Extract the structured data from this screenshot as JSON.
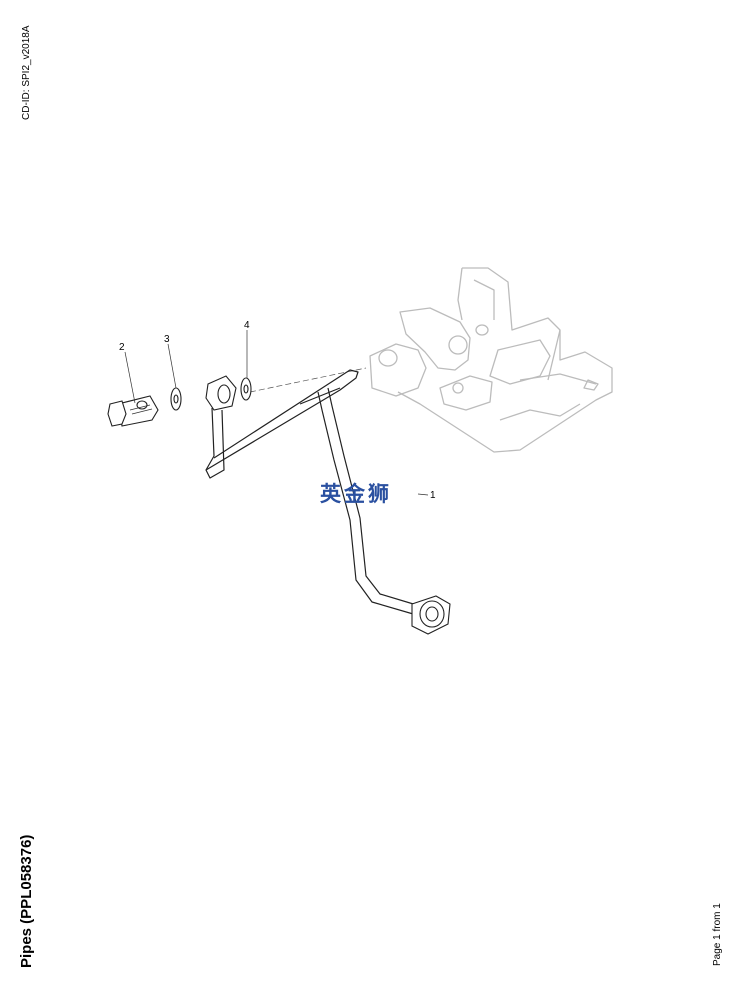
{
  "header": {
    "cd_id": "CD-ID: SPI2_v2018A"
  },
  "footer": {
    "title": "Pipes (PPL058376)",
    "page_indicator": "Page 1 from 1"
  },
  "diagram": {
    "watermark": "英金狮",
    "callouts": [
      {
        "id": "1",
        "label": "1"
      },
      {
        "id": "2",
        "label": "2"
      },
      {
        "id": "3",
        "label": "3"
      },
      {
        "id": "4",
        "label": "4"
      }
    ]
  }
}
